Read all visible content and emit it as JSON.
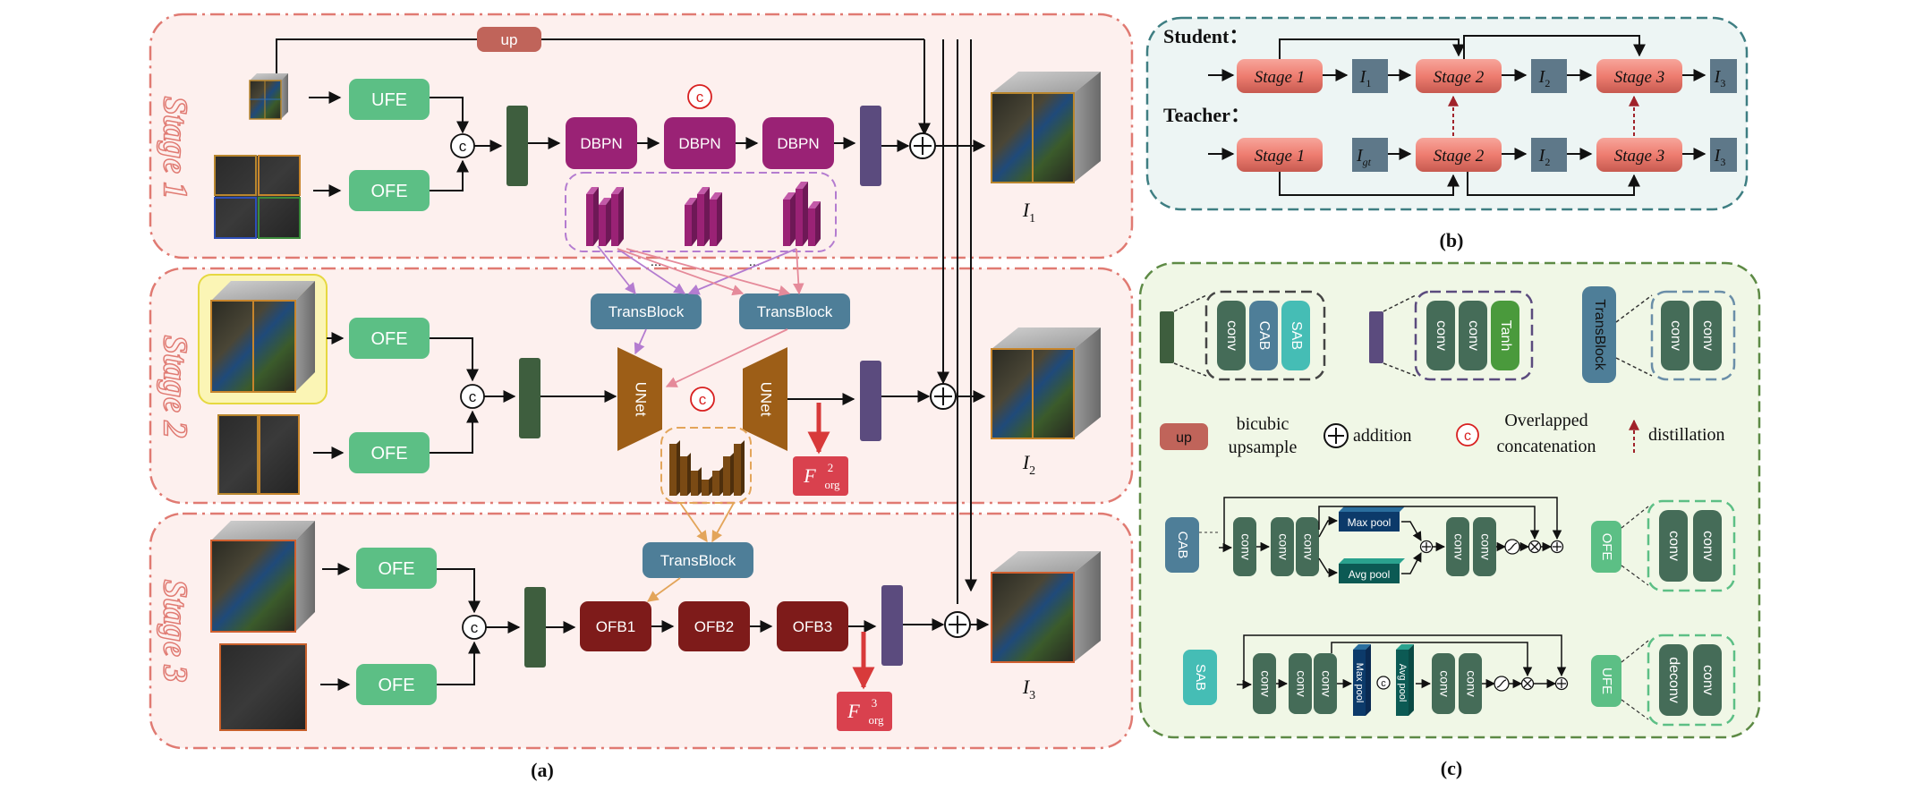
{
  "panel_a": {
    "caption": "(a)",
    "stages": {
      "s1": {
        "label": "Stage 1",
        "out_label": "I",
        "out_sub": "1"
      },
      "s2": {
        "label": "Stage 2",
        "out_label": "I",
        "out_sub": "2"
      },
      "s3": {
        "label": "Stage 3",
        "out_label": "I",
        "out_sub": "3"
      }
    },
    "blocks": {
      "up": "up",
      "ufe": "UFE",
      "ofe": "OFE",
      "dbpn": "DBPN",
      "transblock": "TransBlock",
      "unet": "UNet",
      "ofb1": "OFB1",
      "ofb2": "OFB2",
      "ofb3": "OFB3",
      "concat": "c",
      "ellipsis": "..."
    },
    "loss": {
      "symbol": "F",
      "sub": "org",
      "sup2": "2",
      "sup3": "3"
    }
  },
  "panel_b": {
    "caption": "(b)",
    "student": "Student：",
    "teacher": "Teacher：",
    "stage1": "Stage 1",
    "stage2": "Stage 2",
    "stage3": "Stage 3",
    "i_label": "I",
    "sub1": "1",
    "sub2": "2",
    "sub3": "3",
    "subgt": "gt"
  },
  "panel_c": {
    "caption": "(c)",
    "conv": "conv",
    "cab": "CAB",
    "sab": "SAB",
    "tanh": "Tanh",
    "transblock": "TransBlock",
    "deconv": "deconv",
    "ofe": "OFE",
    "ufe": "UFE",
    "max_pool": "Max pool",
    "avg_pool": "Avg pool",
    "concat": "c",
    "legend": {
      "up": "up",
      "bicubic": "bicubic",
      "upsample": "upsample",
      "addition": "addition",
      "overlapped": "Overlapped",
      "concatenation": "concatenation",
      "distillation": "distillation"
    }
  },
  "colors": {
    "stage_bg": "#fdf0ee",
    "stage_border": "#e07a72",
    "up": "#c0645a",
    "fe": "#5cbf85",
    "dbpn": "#9a2275",
    "transblock": "#4e7e98",
    "unet": "#9d5e17",
    "ofb": "#7e1b1a",
    "green_bar": "#3e5e3e",
    "purple_bar": "#5b4b7e",
    "loss": "#d9414e",
    "b_bg": "#edf5f4",
    "b_border": "#3e7e82",
    "b_stage": "#f08478",
    "b_i": "#5e7889",
    "c_bg": "#f0f7e6",
    "c_border": "#5d8a45",
    "conv": "#456c58",
    "sab_color": "#45bdb5",
    "tanh_color": "#4a9a3c"
  }
}
